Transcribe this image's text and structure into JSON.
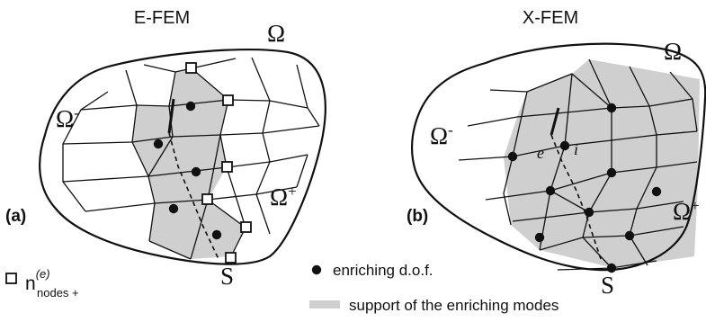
{
  "panels": [
    {
      "title": "E-FEM",
      "panel_label": "(a)",
      "domain_symbol": "Ω",
      "minus_region": {
        "symbol": "Ω",
        "sign": "-"
      },
      "plus_region": {
        "symbol": "Ω",
        "sign": "+"
      },
      "interface_label": "S"
    },
    {
      "title": "X-FEM",
      "panel_label": "(b)",
      "domain_symbol": "Ω",
      "minus_region": {
        "symbol": "Ω",
        "sign": "-"
      },
      "plus_region": {
        "symbol": "Ω",
        "sign": "+"
      },
      "interface_label": "S",
      "element_label": "e",
      "node_label": "i"
    }
  ],
  "legend": {
    "square_marker": {
      "base": "n",
      "superscript": "(e)",
      "subscript": "nodes +"
    },
    "dot_marker_label": "enriching d.o.f.",
    "shaded_label": "support of the enriching modes"
  },
  "colors": {
    "shade": "#cfcfcf",
    "ink": "#111111"
  }
}
